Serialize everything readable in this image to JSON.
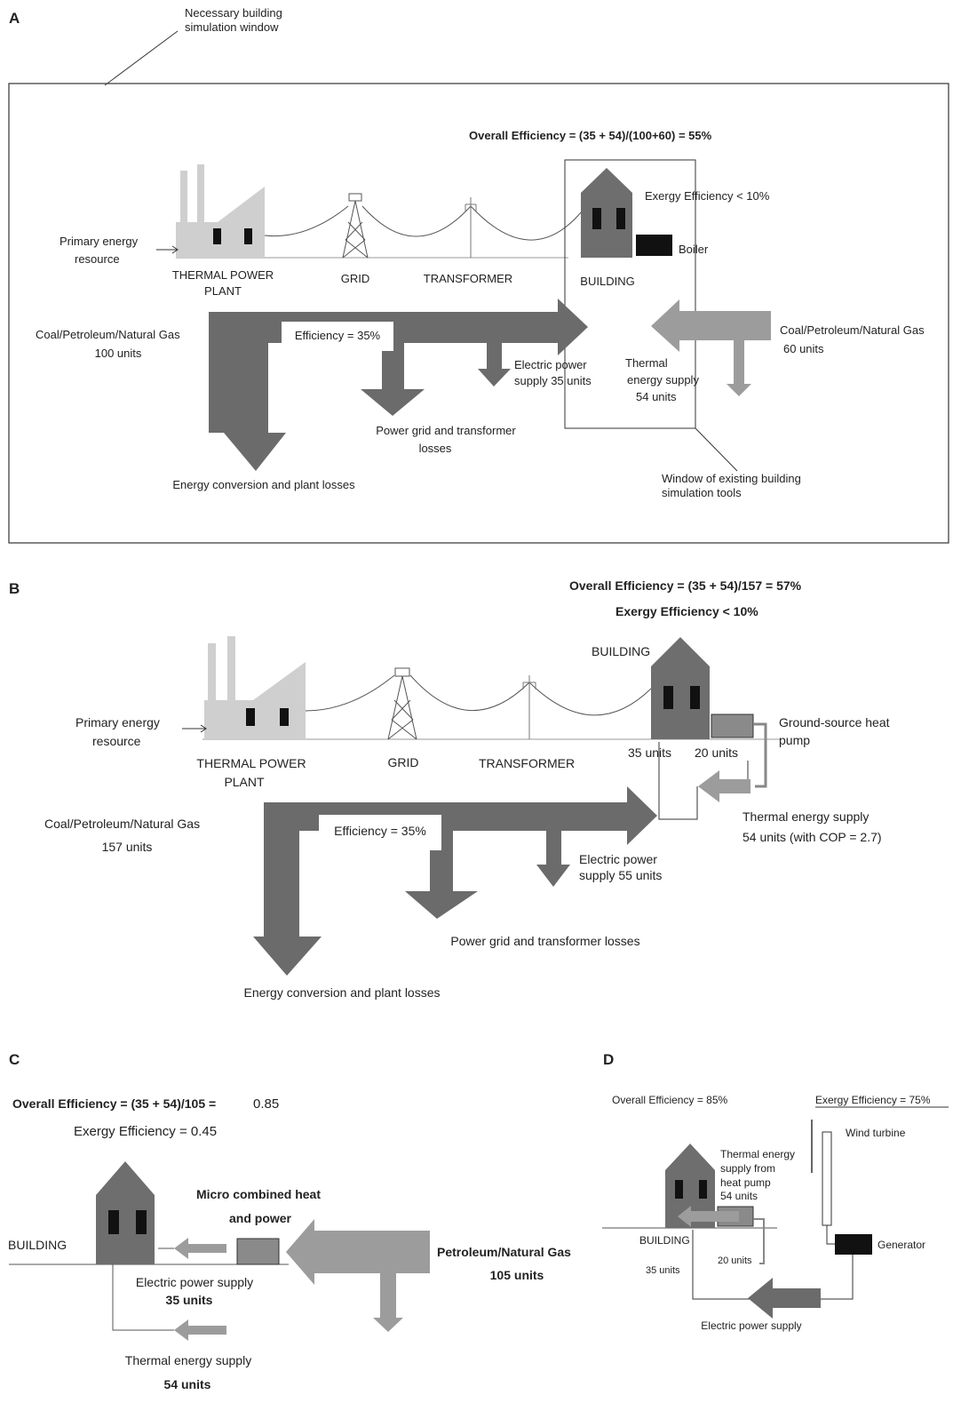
{
  "panels": {
    "a": {
      "label": "A",
      "sim_window_note_1": "Necessary building",
      "sim_window_note_2": "simulation window",
      "overall_efficiency": "Overall Efficiency = (35 + 54)/(100+60) = 55%",
      "exergy_efficiency": "Exergy Efficiency < 10%",
      "primary_resource_1": "Primary energy",
      "primary_resource_2": "resource",
      "power_plant_1": "THERMAL POWER",
      "power_plant_2": "PLANT",
      "grid": "GRID",
      "transformer": "TRANSFORMER",
      "building": "BUILDING",
      "boiler": "Boiler",
      "fuel_1": "Coal/Petroleum/Natural Gas",
      "fuel_1_units": "100 units",
      "efficiency": "Efficiency = 35%",
      "electric_supply_1": "Electric power",
      "electric_supply_2": "supply 35 units",
      "thermal_supply_1": "Thermal",
      "thermal_supply_2": "energy supply",
      "thermal_supply_3": "54 units",
      "fuel_2": "Coal/Petroleum/Natural Gas",
      "fuel_2_units": "60 units",
      "grid_losses_1": "Power grid and transformer",
      "grid_losses_2": "losses",
      "plant_losses": "Energy conversion and plant losses",
      "existing_window_1": "Window of existing building",
      "existing_window_2": "simulation tools"
    },
    "b": {
      "label": "B",
      "overall_efficiency": "Overall Efficiency = (35 + 54)/157 = 57%",
      "exergy_efficiency": "Exergy Efficiency < 10%",
      "building": "BUILDING",
      "primary_resource_1": "Primary energy",
      "primary_resource_2": "resource",
      "power_plant_1": "THERMAL POWER",
      "power_plant_2": "PLANT",
      "grid": "GRID",
      "transformer": "TRANSFORMER",
      "units_35": "35 units",
      "units_20": "20 units",
      "heat_pump_1": "Ground-source heat",
      "heat_pump_2": "pump",
      "fuel": "Coal/Petroleum/Natural Gas",
      "fuel_units": "157 units",
      "efficiency": "Efficiency = 35%",
      "thermal_supply_1": "Thermal energy supply",
      "thermal_supply_2": "54 units (with COP = 2.7)",
      "electric_supply_1": "Electric power",
      "electric_supply_2": "supply 55  units",
      "grid_losses": "Power grid and transformer  losses",
      "plant_losses": "Energy conversion and plant losses"
    },
    "c": {
      "label": "C",
      "overall_efficiency": "Overall Efficiency = (35 + 54)/105 =",
      "overall_value": "0.85",
      "exergy_efficiency": "Exergy Efficiency = 0.45",
      "micro_chp_1": "Micro combined heat",
      "micro_chp_2": "and power",
      "building": "BUILDING",
      "fuel": "Petroleum/Natural Gas",
      "fuel_units": "105 units",
      "electric_supply_1": "Electric power supply",
      "electric_supply_2": "35 units",
      "thermal_supply_1": "Thermal  energy supply",
      "thermal_supply_2": "54 units"
    },
    "d": {
      "label": "D",
      "overall_efficiency": "Overall Efficiency = 85%",
      "exergy_efficiency": "Exergy Efficiency = 75%",
      "wind_turbine": "Wind turbine",
      "thermal_supply_1": "Thermal energy",
      "thermal_supply_2": "supply from",
      "thermal_supply_3": "heat pump",
      "thermal_supply_4": "54 units",
      "building": "BUILDING",
      "generator": "Generator",
      "units_20": "20 units",
      "units_35": "35 units",
      "electric_supply": "Electric power supply"
    }
  },
  "colors": {
    "dark_arrow": "#6b6b6b",
    "light_arrow": "#9c9c9c",
    "plant": "#cfcfcf",
    "building": "#6e6e6e",
    "black": "#111111"
  }
}
